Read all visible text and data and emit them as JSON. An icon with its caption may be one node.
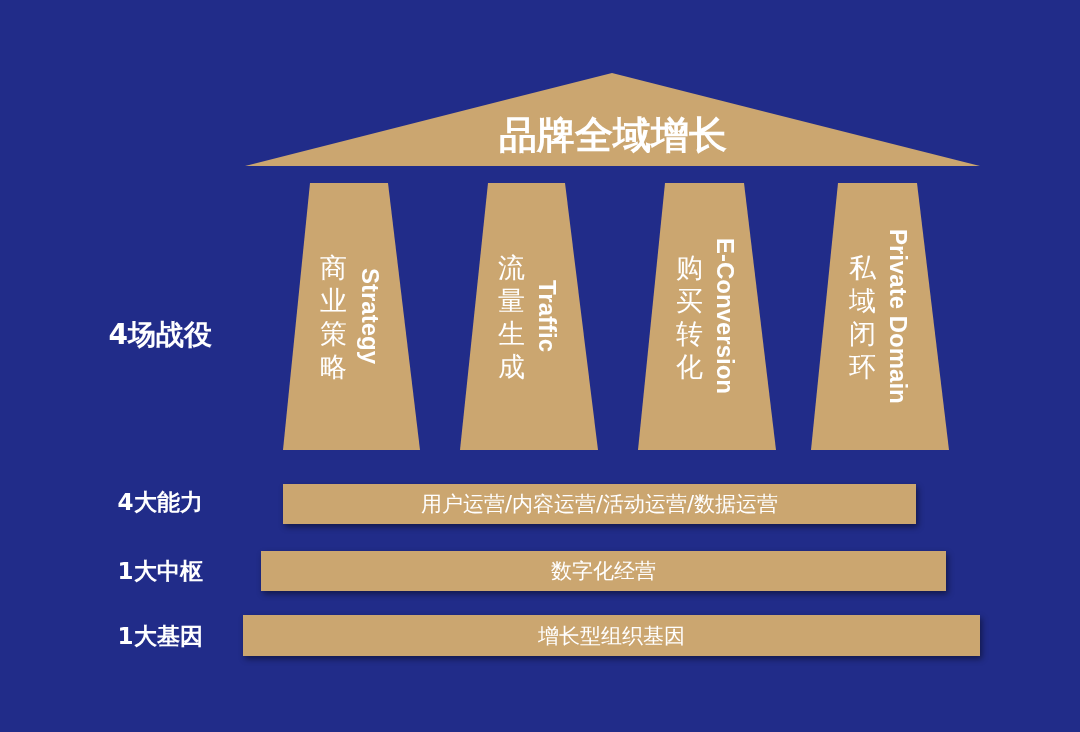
{
  "diagram": {
    "nodes": [
      {
        "text": [
          "品牌全域增长"
        ]
      },
      {
        "text": [
          "商业策略",
          "Strategy"
        ]
      },
      {
        "text": [
          "流量生成",
          "Traffic"
        ]
      },
      {
        "text": [
          "购买转化",
          "E-Conversion"
        ]
      },
      {
        "text": [
          "私域闭环",
          "Private Domain"
        ]
      },
      {
        "text": [
          "用户运营/内容运营/活动运营/数据运营"
        ]
      },
      {
        "text": [
          "数字化经营"
        ]
      },
      {
        "text": [
          "增长型组织基因"
        ]
      }
    ],
    "labels": [
      "4场战役",
      "4大能力",
      "1大中枢",
      "1大基因"
    ]
  }
}
